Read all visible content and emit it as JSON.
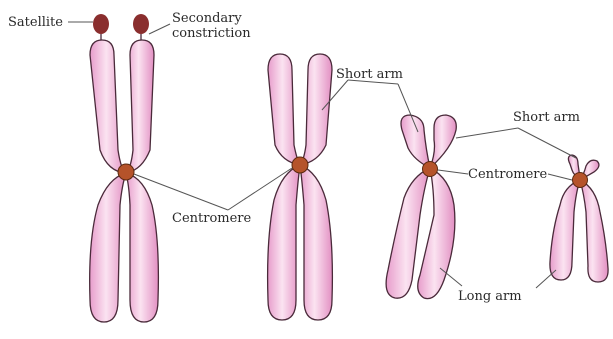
{
  "labels": {
    "satellite": "Satellite",
    "secondary_constriction_line1": "Secondary",
    "secondary_constriction_line2": "constriction",
    "short_arm_1": "Short arm",
    "short_arm_2": "Short arm",
    "centromere_1": "Centromere",
    "centromere_2": "Centromere",
    "long_arm": "Long arm"
  },
  "colors": {
    "chromatid_fill": "#f0b6d8",
    "chromatid_highlight": "#fbe3f1",
    "centromere": "#b5532a",
    "satellite": "#8a2e2e"
  }
}
